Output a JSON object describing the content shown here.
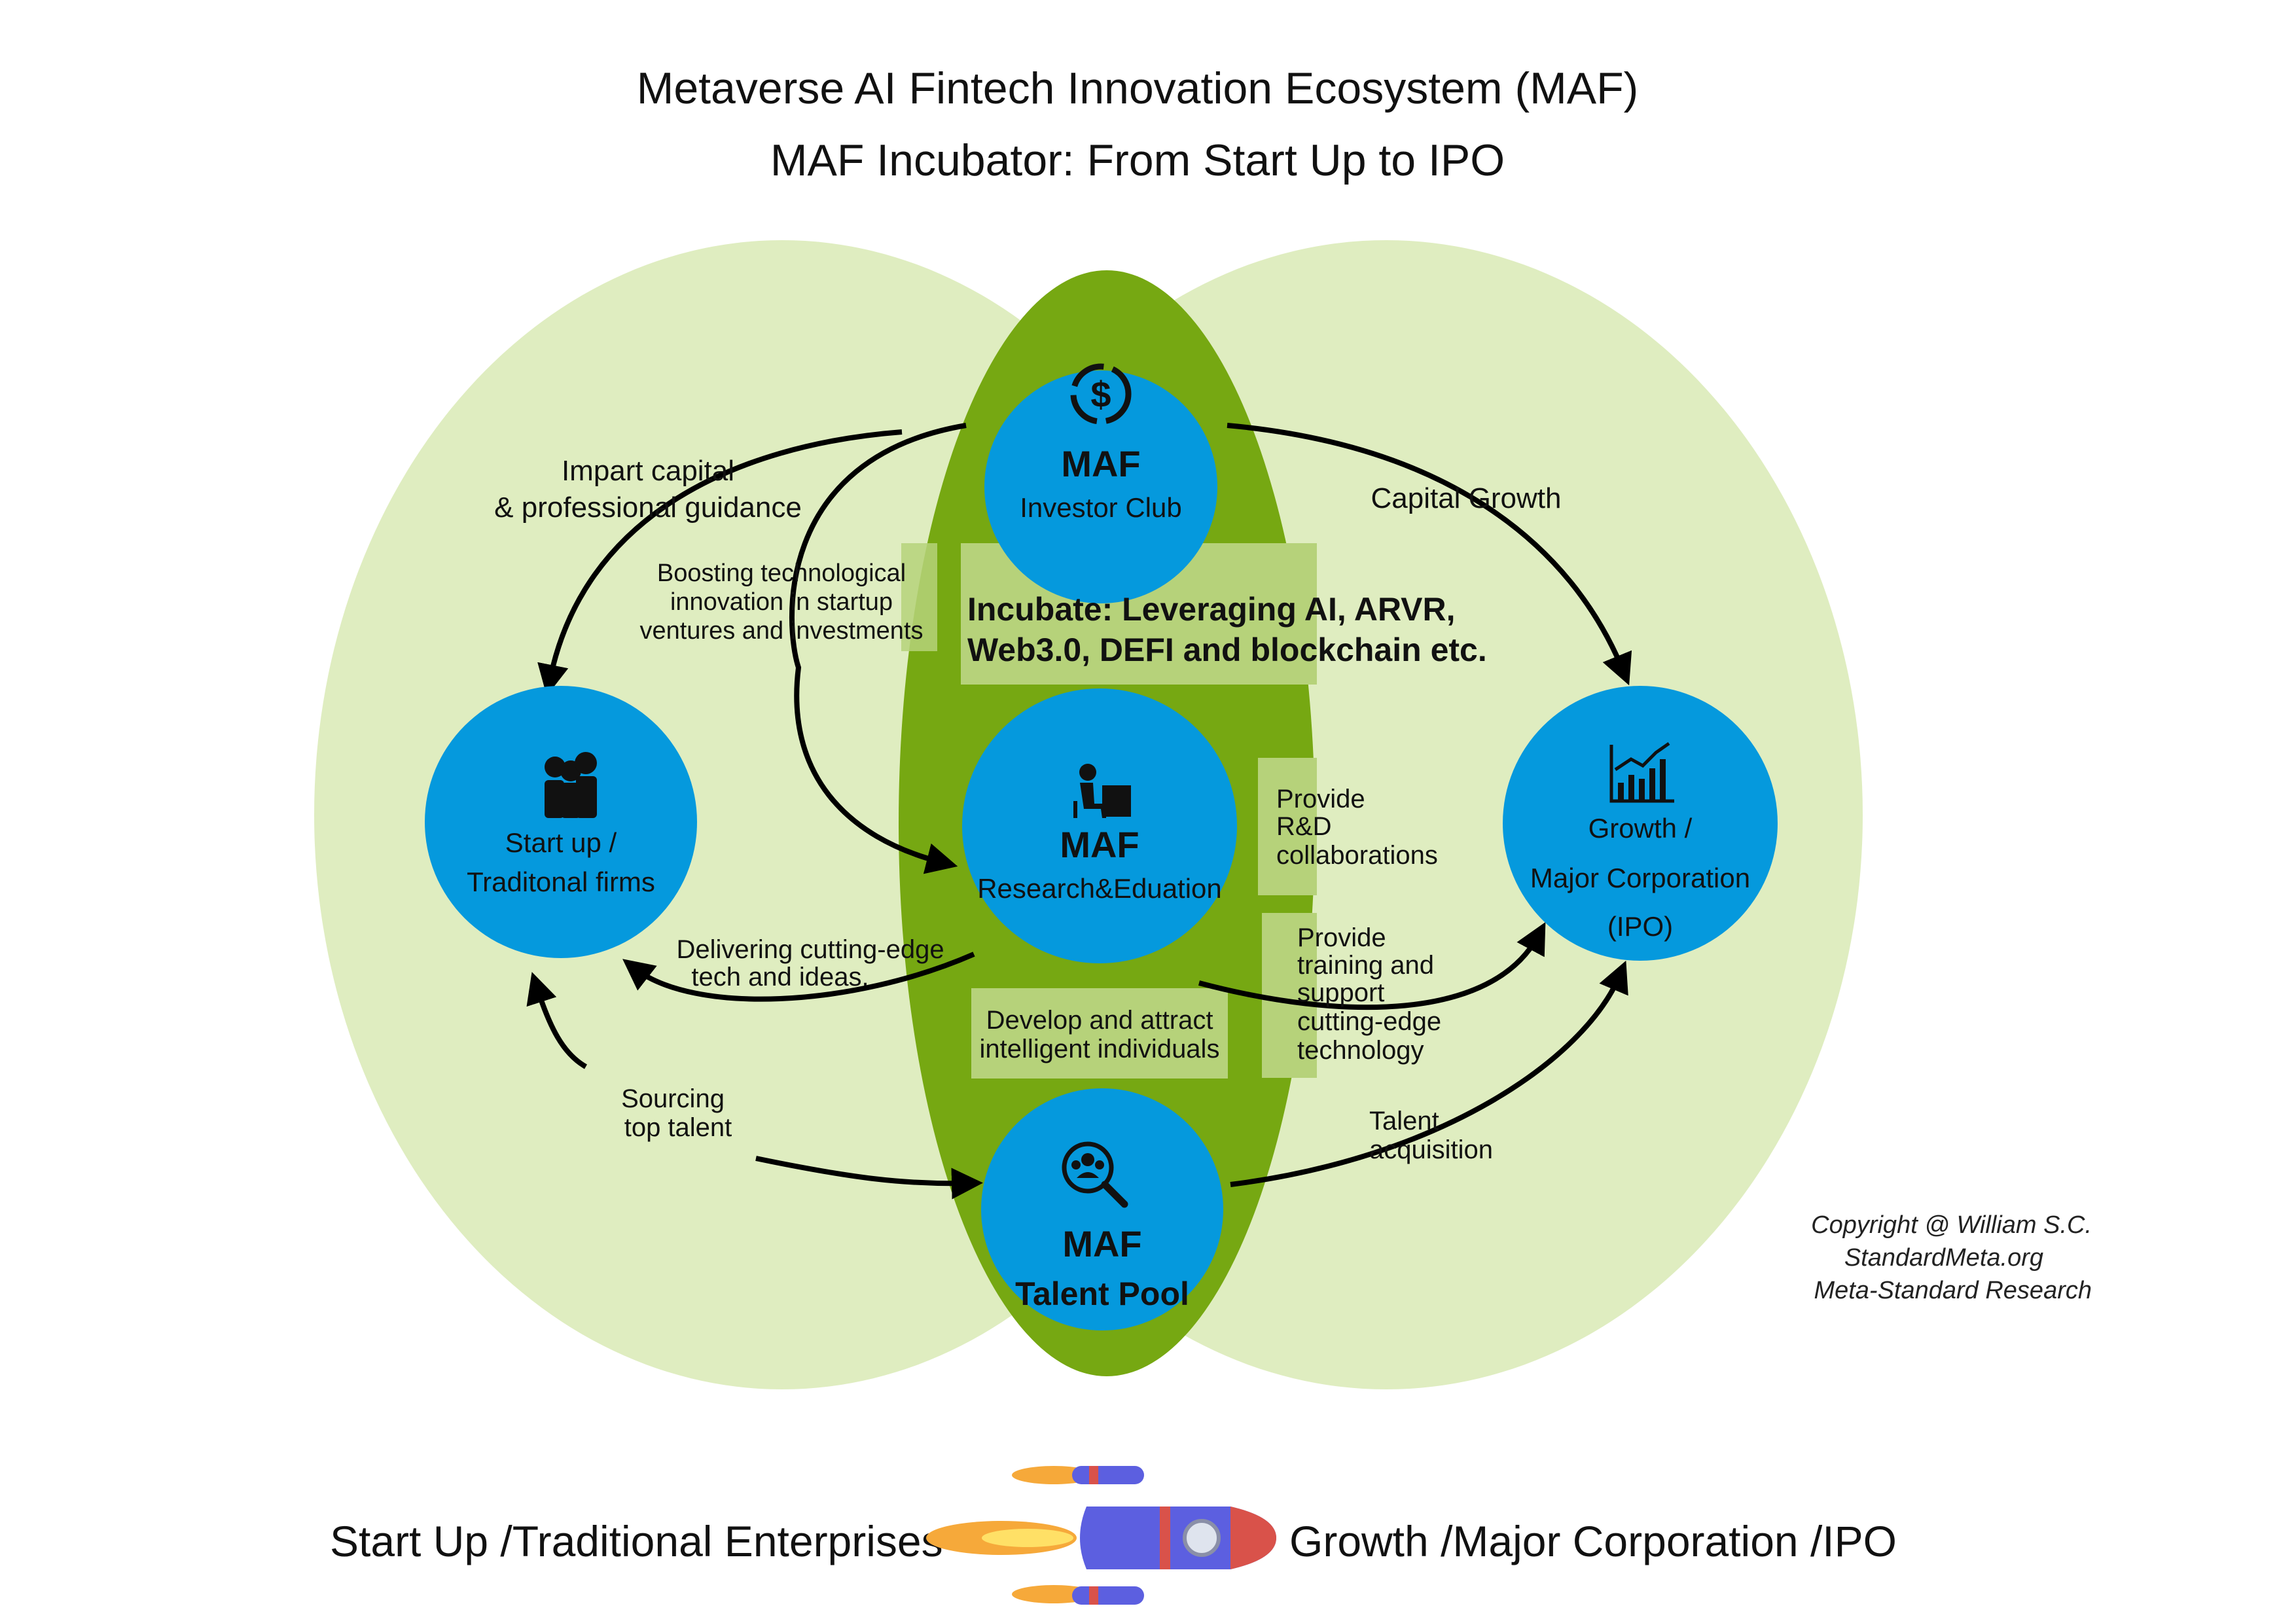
{
  "title": {
    "line1": "Metaverse AI Fintech Innovation Ecosystem (MAF)",
    "line2": "MAF Incubator: From Start Up to IPO"
  },
  "colors": {
    "outer_ellipse": "#dfedc0",
    "center_ellipse": "#76a812",
    "node": "#0599dd",
    "label_box": "#b6d27a"
  },
  "nodes": {
    "investor": {
      "heading": "MAF",
      "label": "Investor Club",
      "icon": "dollar-cycle-icon"
    },
    "research": {
      "heading": "MAF",
      "label": "Research&Eduation",
      "icon": "desk-worker-icon"
    },
    "talent": {
      "heading": "MAF",
      "label": "Talent Pool",
      "icon": "people-search-icon"
    },
    "startup": {
      "line1": "Start up /",
      "line2": "Traditonal firms",
      "icon": "group-people-icon"
    },
    "growth": {
      "line1": "Growth /",
      "line2": "Major Corporation",
      "line3": "(IPO)",
      "icon": "growth-chart-icon"
    }
  },
  "labels": {
    "impart_capital": [
      "Impart capital",
      "& professional guidance"
    ],
    "boosting": [
      "Boosting technological",
      "innovation in startup",
      "ventures and investments"
    ],
    "incubate": [
      "Incubate: Leveraging AI, ARVR,",
      "Web3.0, DEFI and blockchain etc."
    ],
    "capital_growth": "Capital Growth",
    "rd_collab": [
      "Provide",
      "R&D",
      "collaborations"
    ],
    "delivering": [
      "Delivering cutting-edge",
      "tech and ideas."
    ],
    "training": [
      "Provide",
      "training and",
      "support",
      "cutting-edge",
      "technology"
    ],
    "develop": [
      "Develop and attract",
      "intelligent individuals"
    ],
    "sourcing": [
      "Sourcing",
      "top talent"
    ],
    "talent_acq": [
      "Talent",
      "acquisition"
    ]
  },
  "copyright": [
    "Copyright @ William S.C.",
    "StandardMeta.org",
    "Meta-Standard Research"
  ],
  "footer": {
    "left": "Start Up /Traditional Enterprises",
    "right": "Growth /Major Corporation /IPO",
    "icon": "rocket-icon"
  }
}
